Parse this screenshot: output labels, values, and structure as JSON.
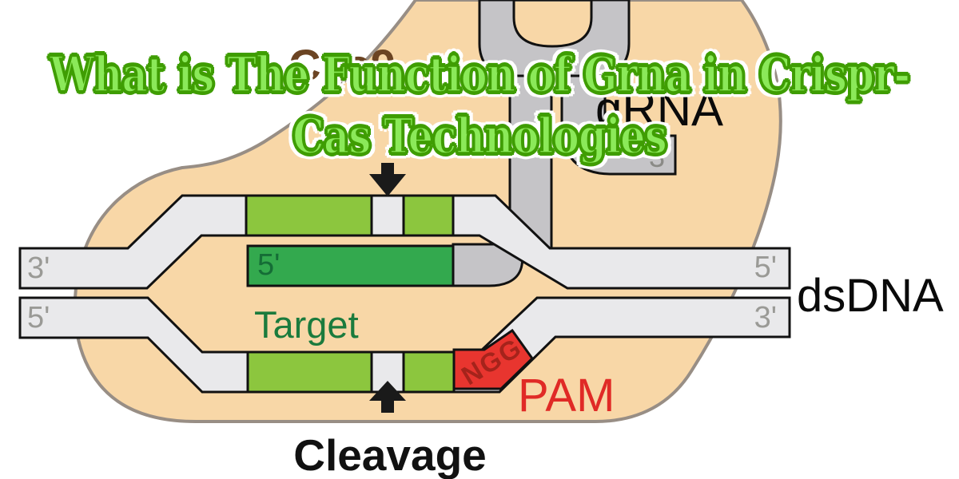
{
  "diagram": {
    "title": {
      "line1": "What is The Function of Grna in Crispr-",
      "line2": "Cas Technologies"
    },
    "protein_label": "Cas9",
    "grna": {
      "label": "gRNA",
      "three_prime": "3'",
      "spacer_five_prime": "5'"
    },
    "dna": {
      "label": "dsDNA",
      "left_top_end": "3'",
      "left_bottom_end": "5'",
      "right_top_end": "5'",
      "right_bottom_end": "3'",
      "target_label": "Target"
    },
    "pam": {
      "label": "PAM",
      "sequence": "NGG"
    },
    "cleavage_label": "Cleavage",
    "colors": {
      "cas9_body": "#F8D7A7",
      "cas9_outline": "#988E85",
      "grna_gray": "#C5C4C7",
      "dna_strand_gray": "#E9E9EB",
      "target_green_light": "#8CC63E",
      "spacer_green_dark": "#33A94E",
      "green_text": "#1B7B3D",
      "spacer_text_green": "#156D36",
      "pam_red": "#E8352F",
      "pam_text_red": "#E02A26",
      "ngg_text_red": "#A5231B",
      "cas9_text_brown": "#6B4423",
      "title_green": "#8BE959",
      "title_outline_green": "#3F9D03",
      "end_label_gray": "#9A9A96",
      "black": "#111111"
    }
  }
}
